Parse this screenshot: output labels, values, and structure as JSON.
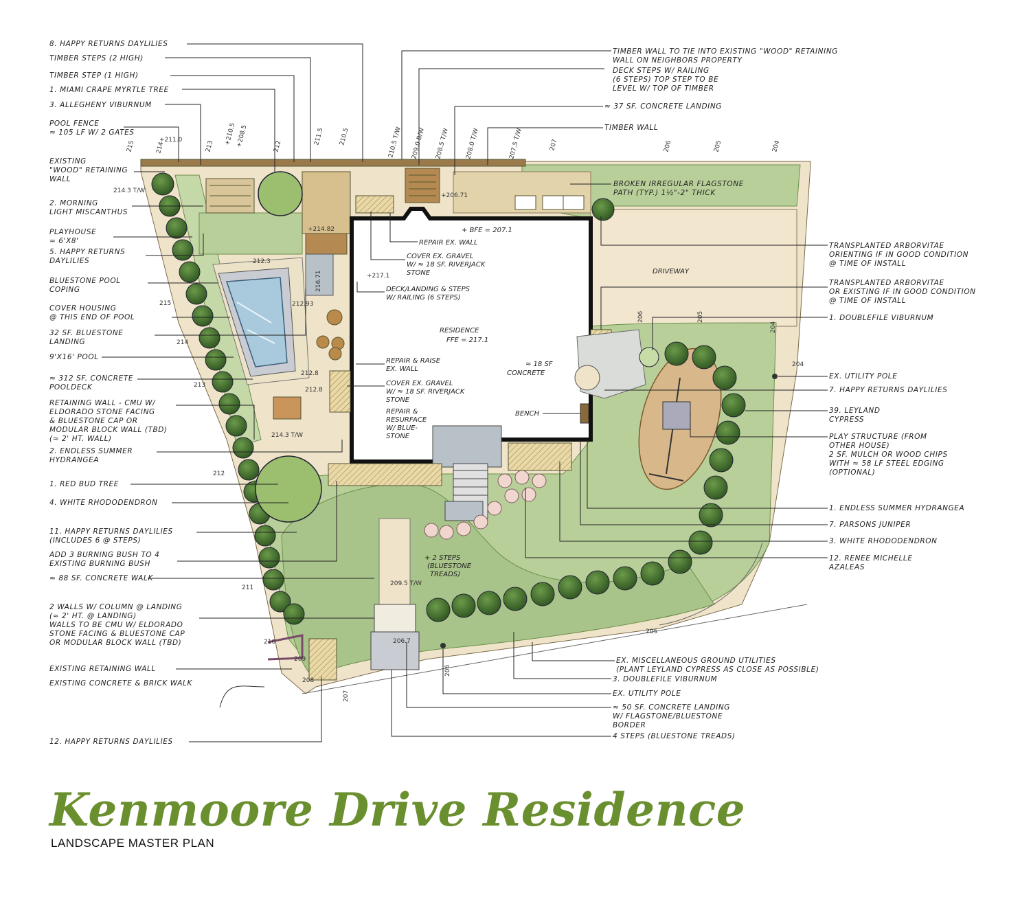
{
  "title": "Kenmoore Drive Residence",
  "subtitle": "LANDSCAPE MASTER PLAN",
  "colors": {
    "lawn": "#b9cf9a",
    "lawn_dark": "#a5c07f",
    "paving": "#efe3c9",
    "tree": "#3f6b2b",
    "building": "#ffffff",
    "title": "#6a8f2e",
    "mulch": "#d8b88a",
    "pool": "#a9c9dc"
  },
  "labels": {
    "l1": "8. HAPPY RETURNS DAYLILIES",
    "l2": "TIMBER STEPS (2 HIGH)",
    "l3": "TIMBER STEP (1 HIGH)",
    "l4": "1. MIAMI CRAPE MYRTLE TREE",
    "l5": "3. ALLEGHENY VIBURNUM",
    "l6a": "POOL FENCE",
    "l6b": "≈ 105 LF W/ 2 GATES",
    "l7a": "EXISTING",
    "l7b": "\"WOOD\" RETAINING",
    "l7c": "WALL",
    "l8a": "2. MORNING",
    "l8b": "LIGHT MISCANTHUS",
    "l9a": "PLAYHOUSE",
    "l9b": "≈ 6'x8'",
    "l10a": "5. HAPPY RETURNS",
    "l10b": "DAYLILIES",
    "l11a": "BLUESTONE POOL",
    "l11b": "COPING",
    "l12a": "COVER HOUSING",
    "l12b": "@ THIS END OF POOL",
    "l13a": "32 SF. BLUESTONE",
    "l13b": "LANDING",
    "l14": "9'x16' POOL",
    "l15a": "≈ 312 SF. CONCRETE",
    "l15b": "POOLDECK",
    "l16a": "RETAINING WALL - CMU W/",
    "l16b": "ELDORADO STONE FACING",
    "l16c": "& BLUESTONE CAP OR",
    "l16d": "MODULAR BLOCK WALL (TBD)",
    "l16e": "(≈ 2' HT. WALL)",
    "l17a": "2. ENDLESS SUMMER",
    "l17b": "HYDRANGEA",
    "l18": "1. RED BUD TREE",
    "l19": "4. WHITE RHODODENDRON",
    "l20a": "11. HAPPY RETURNS DAYLILIES",
    "l20b": "(INCLUDES 6 @ STEPS)",
    "l21a": "ADD 3 BURNING BUSH TO 4",
    "l21b": "EXISTING BURNING BUSH",
    "l22": "≈ 88 SF. CONCRETE WALK",
    "l23a": "2 WALLS W/ COLUMN @ LANDING",
    "l23b": "(≈ 2' HT. @ LANDING)",
    "l23c": "WALLS TO BE CMU W/ ELDORADO",
    "l23d": "STONE FACING & BLUESTONE CAP",
    "l23e": "OR MODULAR BLOCK WALL (TBD)",
    "l24": "EXISTING RETAINING WALL",
    "l25": "EXISTING CONCRETE & BRICK WALK",
    "l26": "12. HAPPY RETURNS DAYLILIES",
    "r1a": "TIMBER WALL TO TIE INTO EXISTING \"WOOD\" RETAINING",
    "r1b": "WALL ON NEIGHBORS PROPERTY",
    "r2a": "DECK STEPS W/ RAILING",
    "r2b": "(6 STEPS) TOP STEP TO BE",
    "r2c": "LEVEL W/ TOP OF TIMBER",
    "r3": "≈ 37 SF. CONCRETE LANDING",
    "r4": "TIMBER WALL",
    "r5a": "BROKEN IRREGULAR FLAGSTONE",
    "r5b": "PATH (TYP.) 1½\"-2\" THICK",
    "r6a": "TRANSPLANTED ARBORVITAE",
    "r6b": "ORIENTING IF IN GOOD CONDITION",
    "r6c": "@ TIME OF INSTALL",
    "r7a": "TRANSPLANTED ARBORVITAE",
    "r7b": "OR EXISTING IF IN GOOD CONDITION",
    "r7c": "@ TIME OF INSTALL",
    "r8": "1. DOUBLEFILE VIBURNUM",
    "r9": "EX. UTILITY POLE",
    "r10": "7. HAPPY RETURNS DAYLILIES",
    "r11a": "39. LEYLAND",
    "r11b": "CYPRESS",
    "r12a": "PLAY STRUCTURE (FROM",
    "r12b": "OTHER HOUSE)",
    "r12c": "2 SF. MULCH OR WOOD CHIPS",
    "r12d": "WITH ≈ 58 LF STEEL EDGING",
    "r12e": "(OPTIONAL)",
    "r13": "1. ENDLESS SUMMER HYDRANGEA",
    "r14": "7. PARSONS JUNIPER",
    "r15": "3. WHITE RHODODENDRON",
    "r16a": "12. RENEE MICHELLE",
    "r16b": "AZALEAS",
    "r17a": "EX. MISCELLANEOUS GROUND UTILITIES",
    "r17b": "(PLANT LEYLAND CYPRESS AS CLOSE AS POSSIBLE)",
    "r18": "3. DOUBLEFILE VIBURNUM",
    "r19": "EX. UTILITY POLE",
    "r20a": "≈ 50 SF. CONCRETE LANDING",
    "r20b": "W/ FLAGSTONE/BLUESTONE",
    "r20c": "BORDER",
    "r21": "4 STEPS (BLUESTONE TREADS)",
    "c1": "REPAIR EX. WALL",
    "c2a": "COVER EX. GRAVEL",
    "c2b": "W/ ≈ 18 SF. RIVERJACK",
    "c2c": "STONE",
    "c3a": "DECK/LANDING & STEPS",
    "c3b": "W/ RAILING (6 STEPS)",
    "c4a": "REPAIR & RAISE",
    "c4b": "EX. WALL",
    "c5a": "COVER EX. GRAVEL",
    "c5b": "W/ ≈ 18 SF. RIVERJACK",
    "c5c": "STONE",
    "c6a": "REPAIR &",
    "c6b": "RESURFACE",
    "c6c": "W/ BLUE-",
    "c6d": "STONE",
    "c7a": "≈ 18 SF",
    "c7b": "CONCRETE",
    "c8": "BENCH",
    "c9a": "+ 2 STEPS",
    "c9b": "(BLUESTONE",
    "c9c": "TREADS)",
    "res": "RESIDENCE",
    "ffe": "FFE = 217.1",
    "bfe": "+ BFE = 207.1",
    "driveway": "DRIVEWAY"
  },
  "grades": {
    "g1": "215",
    "g2": "214",
    "g3": "+211.0",
    "g4": "213",
    "g5": "+210.5",
    "g6": "+208.5",
    "g7": "212",
    "g8": "211.5",
    "g9": "210.5",
    "g10": "210.5 T/W",
    "g11": "209.0 B/W",
    "g12": "208.5 T/W",
    "g13": "208.0 T/W",
    "g14": "207.5 T/W",
    "g15": "207",
    "g16": "206",
    "g17": "205",
    "g18": "204",
    "g19": "214.3 T/W",
    "g20": "+214.82",
    "g21": "+217.1",
    "g22": "216.71",
    "g23": "212.3",
    "g24": "212.93",
    "g25": "215",
    "g26": "214",
    "g27": "212.8",
    "g28": "212.8",
    "g29": "213",
    "g30": "214.3 T/W",
    "g31": "212",
    "g32": "211",
    "g33": "209.5 T/W",
    "g34": "210",
    "g35": "209",
    "g36": "208",
    "g37": "207",
    "g38": "206",
    "g39": "205",
    "g40": "206.7",
    "g41": "206",
    "g42": "205",
    "g43": "204",
    "g44": "204",
    "g45": "+206.71"
  }
}
